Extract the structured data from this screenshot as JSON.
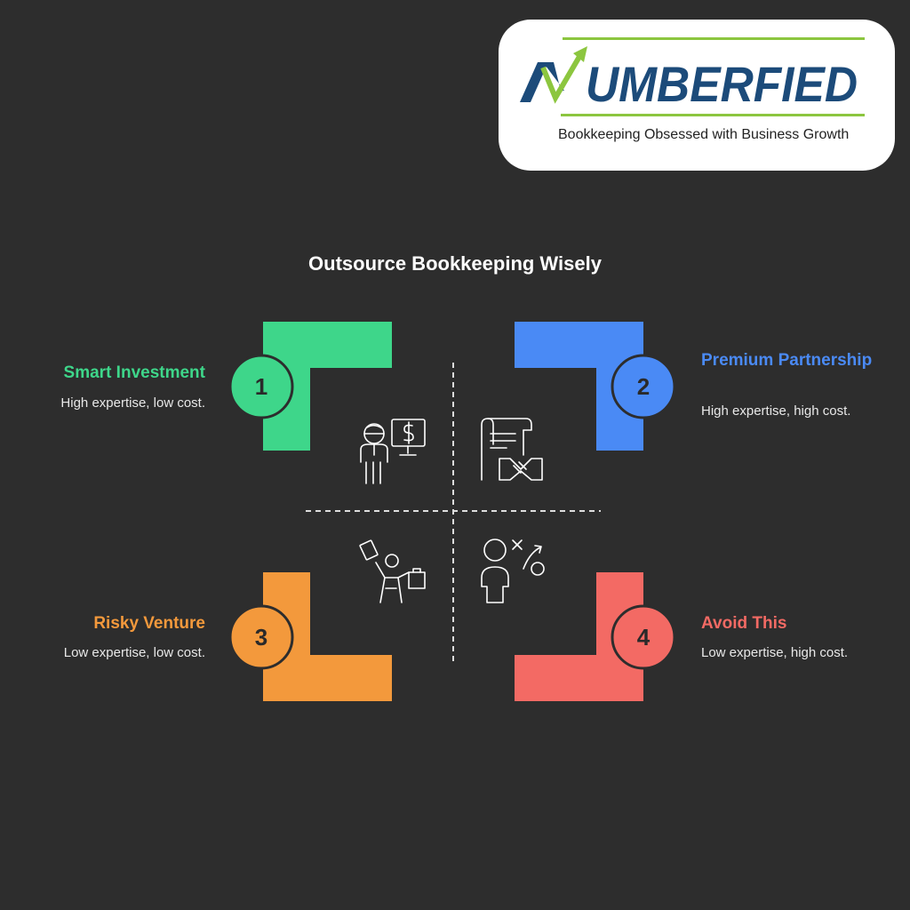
{
  "logo": {
    "wordmark": "NUMBERFIED",
    "tagline": "Bookkeeping Obsessed with Business Growth"
  },
  "title": "Outsource Bookkeeping Wisely",
  "quadrants": [
    {
      "number": "1",
      "title": "Smart Investment",
      "description": "High expertise, low cost.",
      "color": "#3ed68a",
      "icon": "expert-finance-icon"
    },
    {
      "number": "2",
      "title": "Premium Partnership",
      "description": "High expertise, high cost.",
      "color": "#4a8af5",
      "icon": "contract-handshake-icon"
    },
    {
      "number": "3",
      "title": "Risky Venture",
      "description": "Low expertise, low cost.",
      "color": "#f3993c",
      "icon": "person-juggling-icon"
    },
    {
      "number": "4",
      "title": "Avoid This",
      "description": "Low expertise, high cost.",
      "color": "#f36a64",
      "icon": "person-strategy-icon"
    }
  ]
}
